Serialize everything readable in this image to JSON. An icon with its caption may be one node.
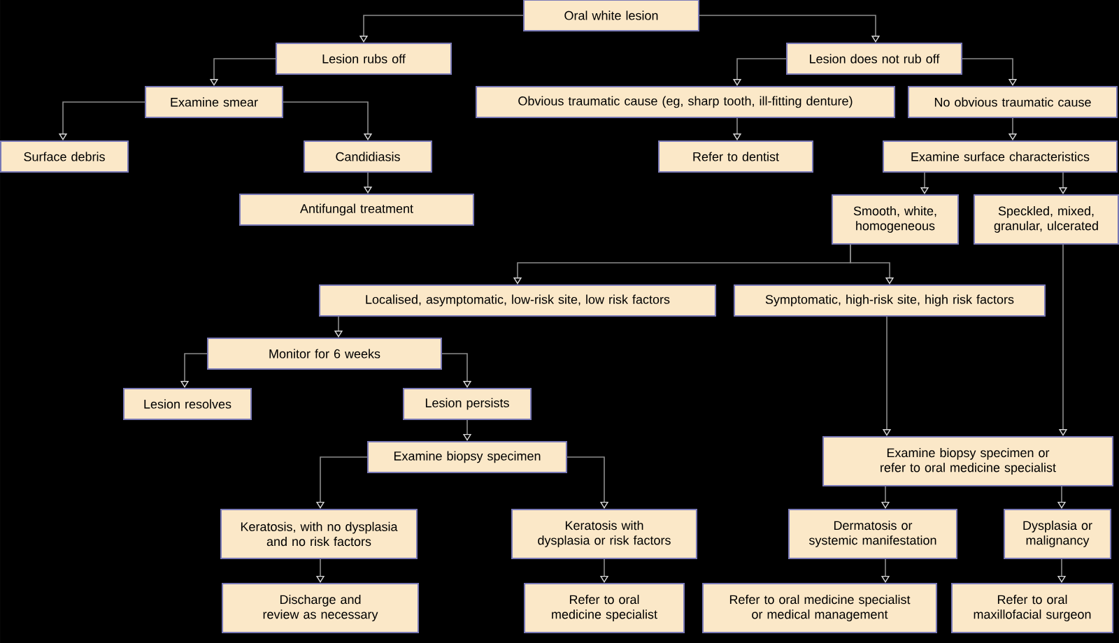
{
  "diagram": {
    "nodes": [
      {
        "text": [
          "Oral white lesion"
        ]
      },
      {
        "text": [
          "Lesion rubs off"
        ]
      },
      {
        "text": [
          "Lesion does not rub off"
        ]
      },
      {
        "text": [
          "Examine smear"
        ]
      },
      {
        "text": [
          "Surface debris"
        ]
      },
      {
        "text": [
          "Candidiasis"
        ]
      },
      {
        "text": [
          "Antifungal treatment"
        ]
      },
      {
        "text": [
          "Obvious traumatic cause (eg, sharp tooth, ill-fitting denture)"
        ]
      },
      {
        "text": [
          "No obvious traumatic cause"
        ]
      },
      {
        "text": [
          "Refer to dentist"
        ]
      },
      {
        "text": [
          "Examine surface characteristics"
        ]
      },
      {
        "text": [
          "Smooth, white, homogeneous"
        ]
      },
      {
        "text": [
          "Speckled, mixed, granular, ulcerated"
        ]
      },
      {
        "text": [
          "Localised, asymptomatic, low-risk site, low risk factors"
        ]
      },
      {
        "text": [
          "Symptomatic, high-risk site, high risk factors"
        ]
      },
      {
        "text": [
          "Monitor for 6 weeks"
        ]
      },
      {
        "text": [
          "Lesion resolves"
        ]
      },
      {
        "text": [
          "Lesion persists"
        ]
      },
      {
        "text": [
          "Examine biopsy specimen"
        ]
      },
      {
        "text": [
          "Keratosis, with no dysplasia and no risk factors"
        ]
      },
      {
        "text": [
          "Keratosis with dysplasia or risk factors"
        ]
      },
      {
        "text": [
          "Discharge and review as necessary"
        ]
      },
      {
        "text": [
          "Refer to oral medicine specialist"
        ]
      },
      {
        "text": [
          "Examine biopsy specimen or refer to oral medicine specialist"
        ]
      },
      {
        "text": [
          "Dermatosis or systemic manifestation"
        ]
      },
      {
        "text": [
          "Dysplasia or malignancy"
        ]
      },
      {
        "text": [
          "Refer to oral medicine specialist or medical management"
        ]
      },
      {
        "text": [
          "Refer to oral maxillofacial surgeon"
        ]
      }
    ],
    "edges": [
      {
        "from": 0,
        "to": 1,
        "arrow": "to"
      },
      {
        "from": 0,
        "to": 2,
        "arrow": "to"
      },
      {
        "from": 1,
        "to": 3,
        "arrow": "to"
      },
      {
        "from": 2,
        "to": 7,
        "arrow": "to"
      },
      {
        "from": 2,
        "to": 8,
        "arrow": "to"
      },
      {
        "from": 3,
        "to": 4,
        "arrow": "to"
      },
      {
        "from": 3,
        "to": 5,
        "arrow": "to"
      },
      {
        "from": 5,
        "to": 6,
        "arrow": "to"
      },
      {
        "from": 7,
        "to": 9,
        "arrow": "to"
      },
      {
        "from": 8,
        "to": 10,
        "arrow": "to"
      },
      {
        "from": 10,
        "to": 11,
        "arrow": "to"
      },
      {
        "from": 10,
        "to": 12,
        "arrow": "to"
      },
      {
        "from": 11,
        "to": 13,
        "arrow": "to"
      },
      {
        "from": 11,
        "to": 14,
        "arrow": "to"
      },
      {
        "from": 13,
        "to": 15,
        "arrow": "to"
      },
      {
        "from": 15,
        "to": 16,
        "arrow": "to"
      },
      {
        "from": 15,
        "to": 17,
        "arrow": "to"
      },
      {
        "from": 17,
        "to": 18,
        "arrow": "to"
      },
      {
        "from": 18,
        "to": 19,
        "arrow": "to"
      },
      {
        "from": 18,
        "to": 20,
        "arrow": "to"
      },
      {
        "from": 19,
        "to": 21,
        "arrow": "to"
      },
      {
        "from": 20,
        "to": 22,
        "arrow": "to"
      },
      {
        "from": 14,
        "to": 23,
        "arrow": "to"
      },
      {
        "from": 12,
        "to": 23,
        "arrow": "to"
      },
      {
        "from": 23,
        "to": 24,
        "arrow": "to"
      },
      {
        "from": 23,
        "to": 25,
        "arrow": "to"
      },
      {
        "from": 24,
        "to": 26,
        "arrow": "to"
      },
      {
        "from": 25,
        "to": 27,
        "arrow": "to"
      }
    ]
  }
}
